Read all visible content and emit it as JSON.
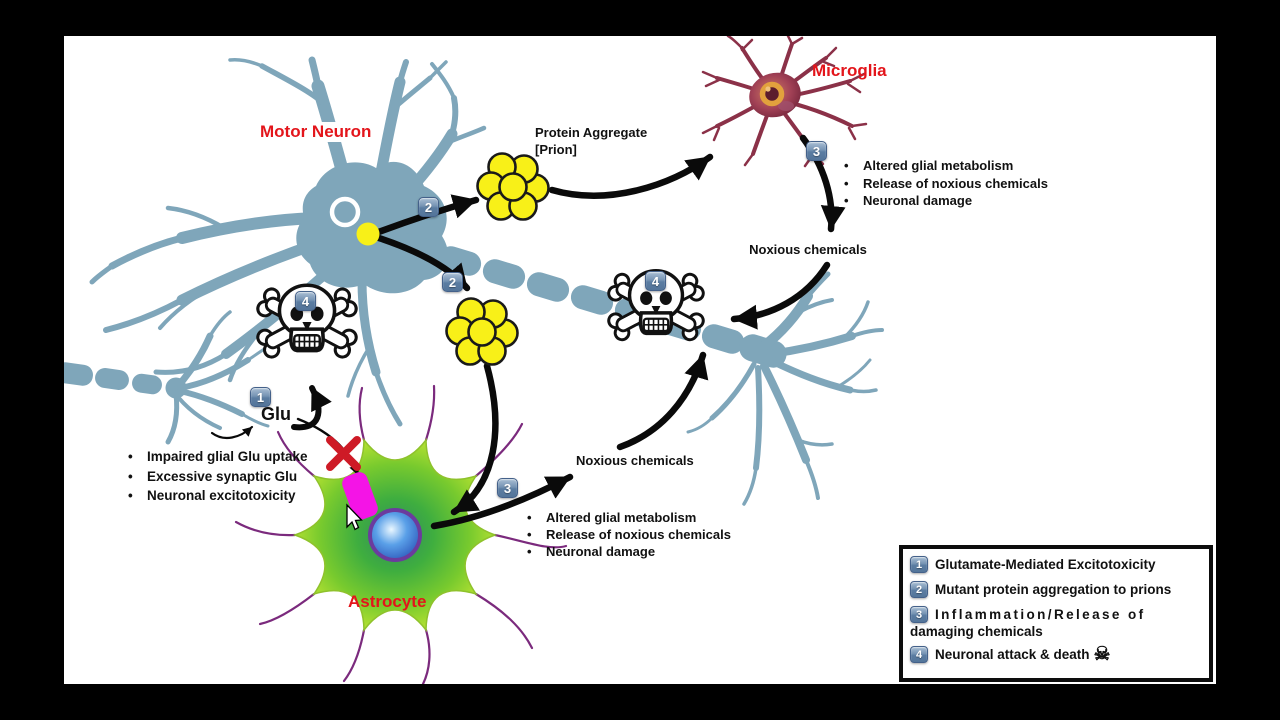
{
  "labels": {
    "motor_neuron": "Motor Neuron",
    "microglia": "Microglia",
    "astrocyte": "Astrocyte",
    "protein_aggregate_line1": "Protein Aggregate",
    "protein_aggregate_line2": "[Prion]",
    "glu": "Glu",
    "noxious_chemicals_top": "Noxious chemicals",
    "noxious_chemicals_bottom": "Noxious chemicals"
  },
  "badges": {
    "one": "1",
    "two": "2",
    "three": "3",
    "four": "4"
  },
  "lists": {
    "microglia_effects": [
      "Altered glial metabolism",
      "Release of noxious chemicals",
      "Neuronal damage"
    ],
    "astrocyte_effects": [
      "Altered glial metabolism",
      "Release of noxious chemicals",
      "Neuronal damage"
    ],
    "glutamate_effects": [
      "Impaired glial Glu uptake",
      "Excessive synaptic Glu",
      "Neuronal excitotoxicity"
    ]
  },
  "legend": {
    "items": [
      {
        "num": "1",
        "text": "Glutamate-Mediated Excitotoxicity"
      },
      {
        "num": "2",
        "text": "Mutant protein aggregation to prions"
      },
      {
        "num": "3",
        "line1": "Inflammation/Release of",
        "line2": "damaging chemicals"
      },
      {
        "num": "4",
        "text": "Neuronal attack & death",
        "icon": "☠"
      }
    ]
  },
  "colors": {
    "neuron_blue": "#7FA6BA",
    "prion_yellow": "#F8F018",
    "label_red": "#E3151B",
    "badge_blue": "#5B7DA2",
    "receptor_magenta": "#F414E6",
    "cross_red": "#CE1A26",
    "astrocyte_green": "#57BA2F",
    "astrocyte_nucleus": "#3C87E0",
    "microglia_maroon": "#8B3148",
    "arrow_black": "#0A0A0A"
  }
}
